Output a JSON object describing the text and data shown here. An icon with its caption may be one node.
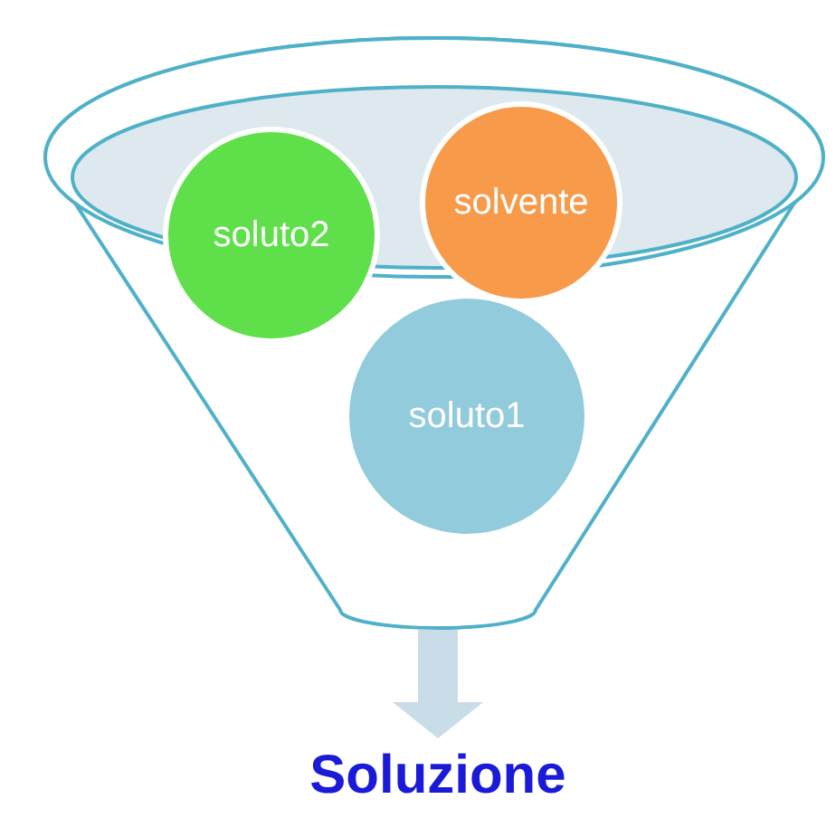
{
  "diagram": {
    "nodes": [
      {
        "text": [],
        "shape": "funnel"
      },
      {
        "text": [
          "soluto2"
        ],
        "in": 0
      },
      {
        "text": [
          "solvente"
        ],
        "in": 0
      },
      {
        "text": [
          "soluto1"
        ],
        "in": 0
      },
      {
        "text": [
          "Soluzione"
        ]
      }
    ],
    "edges": [
      {
        "from": 0,
        "to": 4,
        "arrow": "to"
      }
    ]
  }
}
